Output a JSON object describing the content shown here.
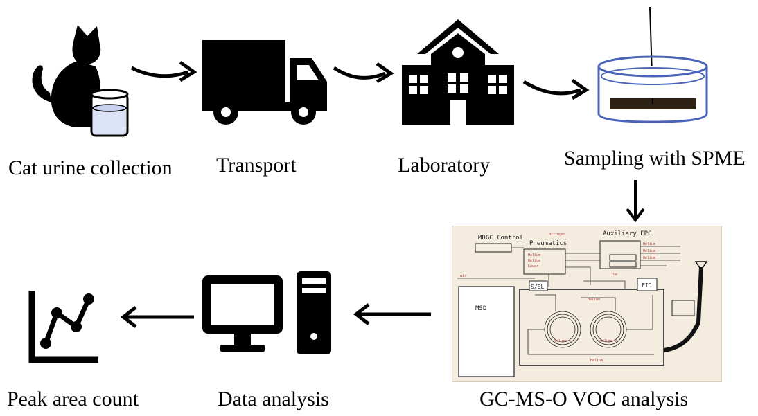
{
  "steps": {
    "cat_urine": "Cat urine collection",
    "transport": "Transport",
    "laboratory": "Laboratory",
    "sampling": "Sampling with SPME",
    "gcms": "GC-MS-O VOC analysis",
    "data_analysis": "Data analysis",
    "peak_area": "Peak area count"
  },
  "schematic": {
    "mdgc": "MDGC Control",
    "pneumatics": "Pneumatics",
    "aux": "Auxiliary EPC",
    "ssl": "S/SL",
    "fid": "FID",
    "msd": "MSD"
  },
  "colors": {
    "icon": "#000000",
    "liquid": "#dde3f6",
    "accent": "#b44646"
  }
}
